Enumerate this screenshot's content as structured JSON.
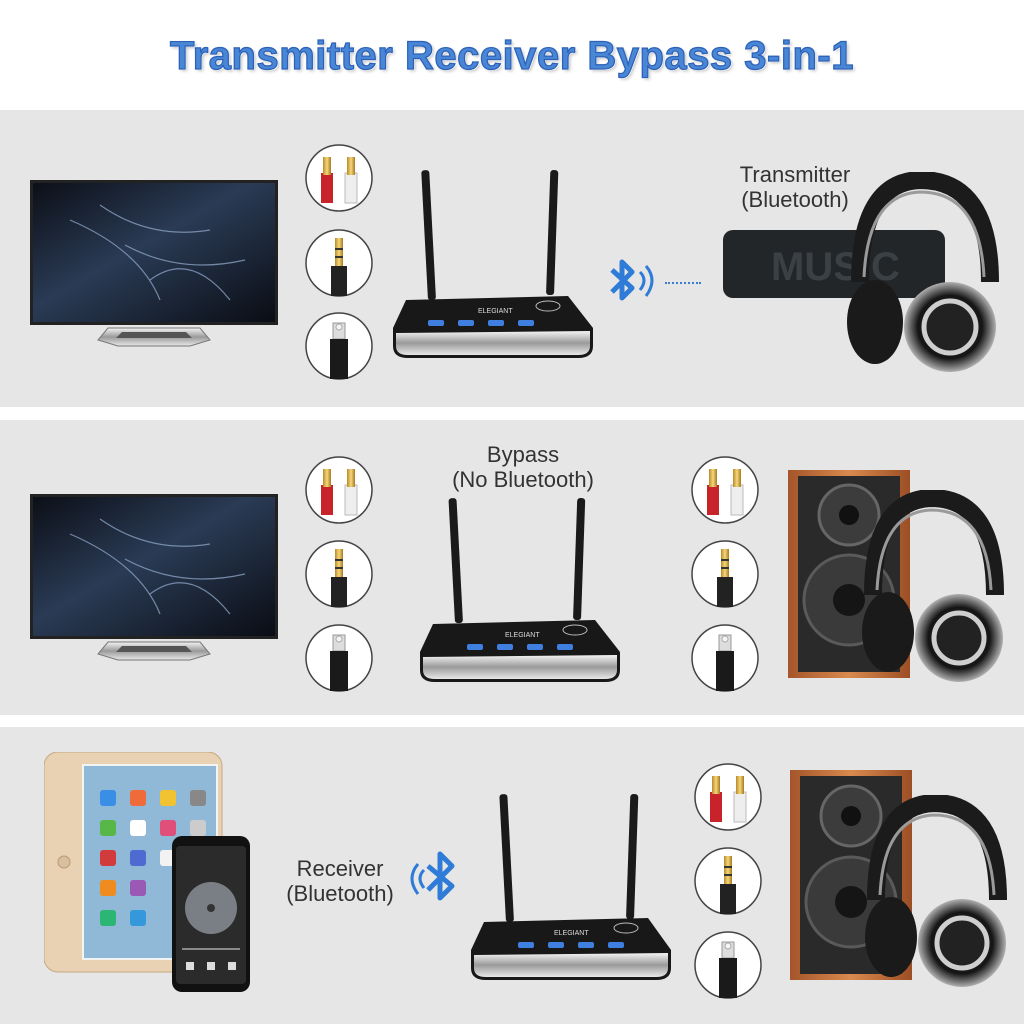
{
  "title": "Transmitter Receiver Bypass 3-in-1",
  "colors": {
    "title": "#4a86d6",
    "bluetooth": "#2f7bd8",
    "panel": "#e6e6e6"
  },
  "rows": [
    {
      "mode_line1": "Transmitter",
      "mode_line2": "(Bluetooth)",
      "device": "tv",
      "output": "speaker",
      "speaker_text": "MUSIC"
    },
    {
      "mode_line1": "Bypass",
      "mode_line2": "(No Bluetooth)",
      "device": "tv",
      "output": "bookshelf-speaker"
    },
    {
      "mode_line1": "Receiver",
      "mode_line2": "(Bluetooth)",
      "device": "tablet-and-phone",
      "output": "bookshelf-speaker"
    }
  ],
  "device_brand": "ELEGIANT",
  "icons": [
    "bluetooth-icon",
    "rca-jack-icon",
    "aux-jack-icon",
    "optical-jack-icon",
    "headphones-icon"
  ]
}
